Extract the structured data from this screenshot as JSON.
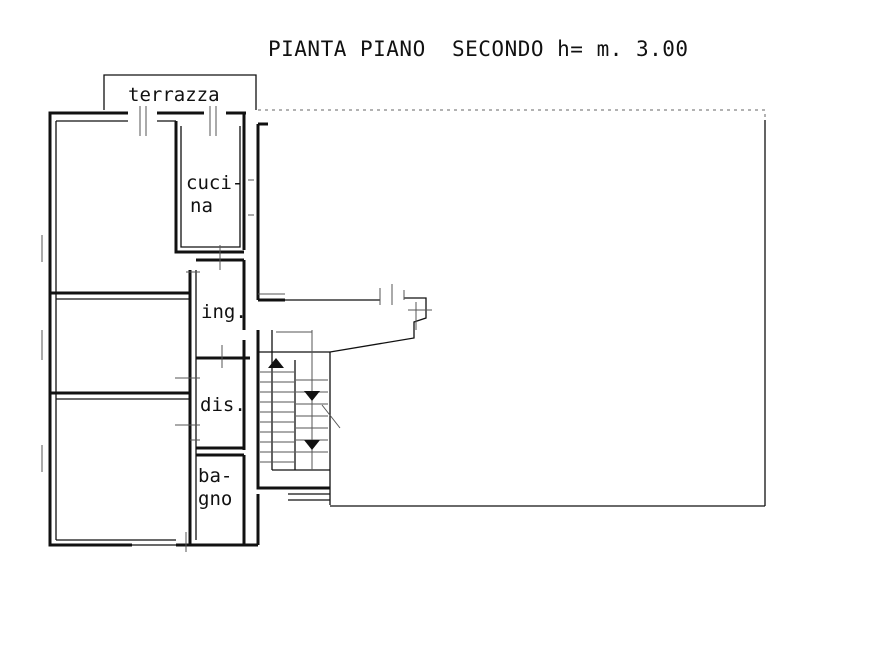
{
  "title": "PIANTA PIANO  SECONDO h= m. 3.00",
  "rooms": {
    "terrazza": "terrazza",
    "cucina_1": "cuci-",
    "cucina_2": "na",
    "ingresso": "ing.",
    "disimpegno": "dis.",
    "bagno_1": "ba-",
    "bagno_2": "gno"
  },
  "colors": {
    "line": "#111111",
    "background": "#ffffff"
  }
}
